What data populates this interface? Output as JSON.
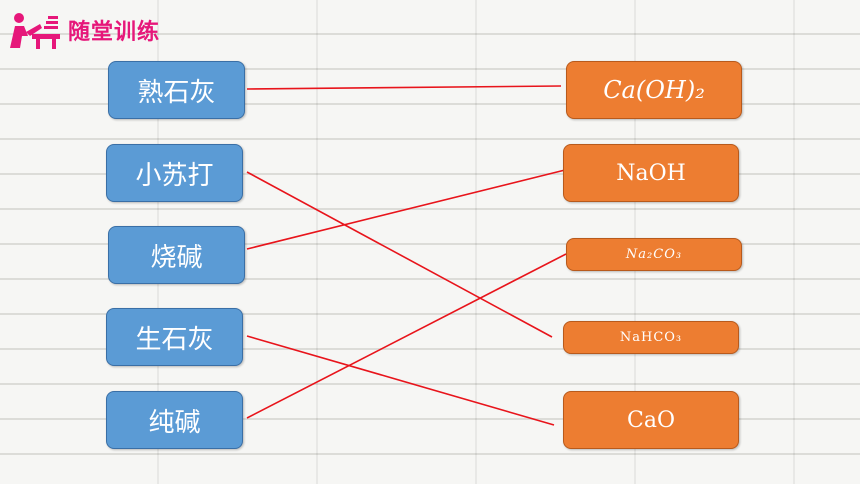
{
  "header": {
    "title": "随堂训练",
    "icon": "teacher-desk-icon",
    "title_color": "#e6177a"
  },
  "left_items": [
    {
      "label": "熟石灰"
    },
    {
      "label": "小苏打"
    },
    {
      "label": "烧碱"
    },
    {
      "label": "生石灰"
    },
    {
      "label": "纯碱"
    }
  ],
  "right_items": [
    {
      "label": "Ca(OH)₂"
    },
    {
      "label": "NaOH"
    },
    {
      "label": "Na₂CO₃"
    },
    {
      "label": "NaHCO₃"
    },
    {
      "label": "CaO"
    }
  ],
  "matches": [
    {
      "from": "熟石灰",
      "to": "Ca(OH)₂"
    },
    {
      "from": "小苏打",
      "to": "NaHCO₃"
    },
    {
      "from": "烧碱",
      "to": "NaOH"
    },
    {
      "from": "生石灰",
      "to": "CaO"
    },
    {
      "from": "纯碱",
      "to": "Na₂CO₃"
    }
  ],
  "colors": {
    "left_box": "#5b9bd5",
    "right_box": "#ed7d31",
    "line": "#e8141b"
  }
}
